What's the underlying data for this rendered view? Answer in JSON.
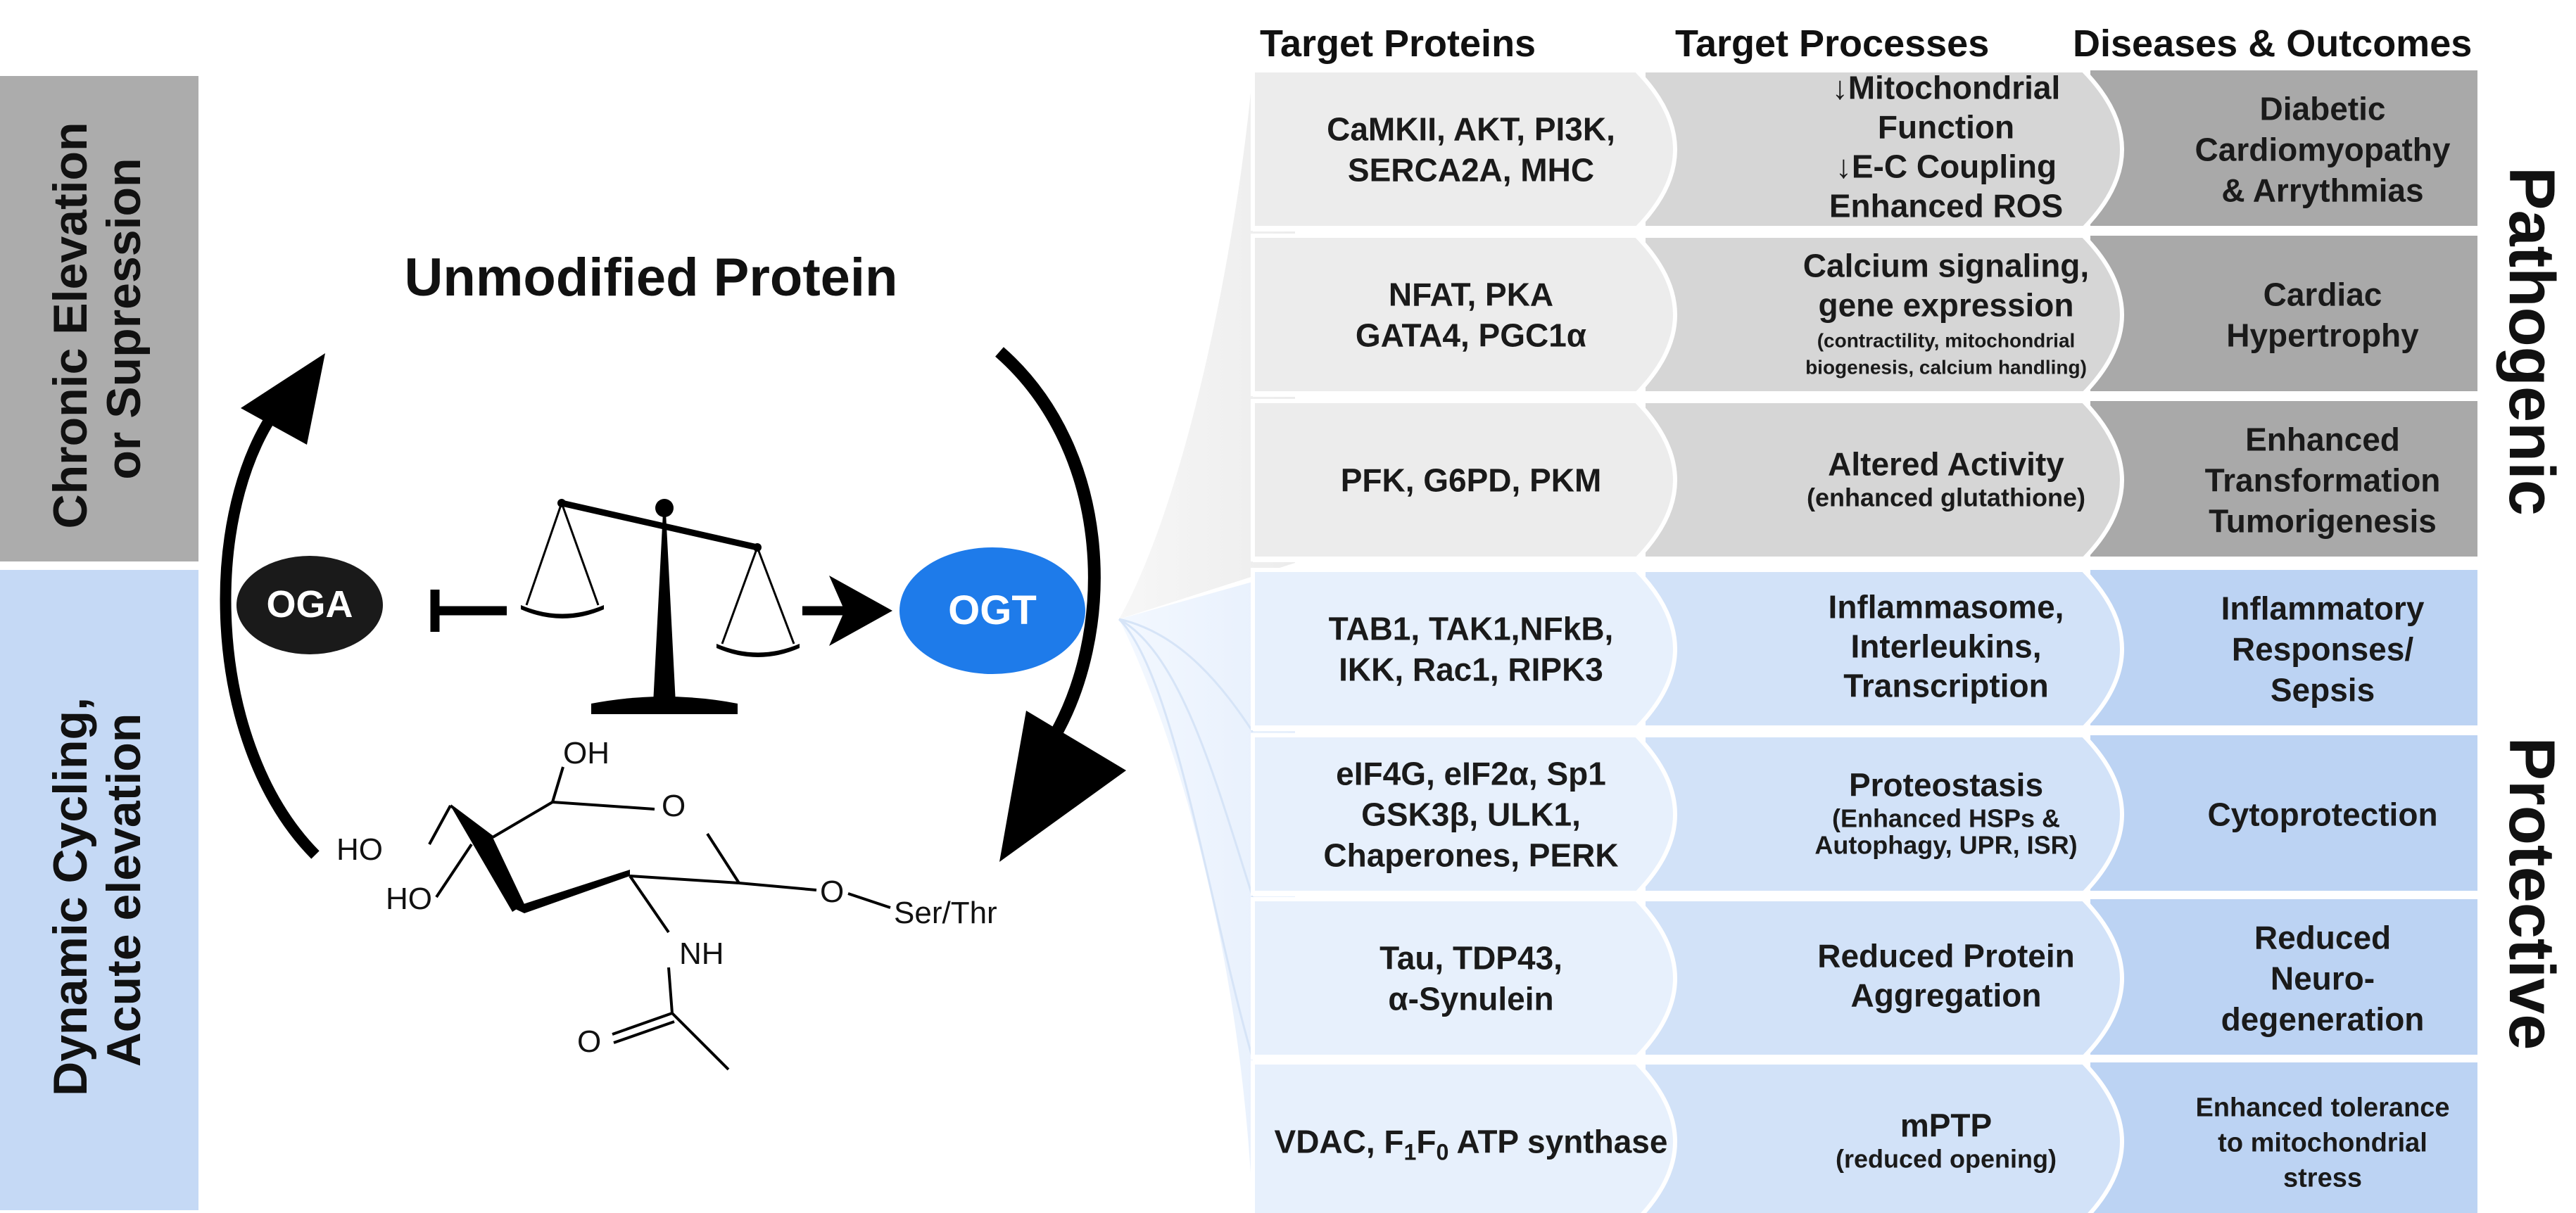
{
  "headers": {
    "proteins": "Target Proteins",
    "processes": "Target Processes",
    "outcomes": "Diseases & Outcomes"
  },
  "left_bands": {
    "top": [
      "Chronic Elevation",
      "or Supression"
    ],
    "bottom": [
      "Dynamic Cycling,",
      "Acute elevation"
    ]
  },
  "side_labels": {
    "top": "Pathogenic",
    "bottom": "Protective"
  },
  "center": {
    "title": "Unmodified Protein",
    "oga": "OGA",
    "ogt": "OGT",
    "chem": {
      "oh_top": "OH",
      "o_ring": "O",
      "ho_left": "HO",
      "ho_lower": "HO",
      "nh": "NH",
      "o_link": "O",
      "o_carbonyl": "O",
      "ser_thr": "Ser/Thr"
    }
  },
  "rows": [
    {
      "group": "pathogenic",
      "proteins": [
        "CaMKII, AKT, PI3K,",
        "SERCA2A, MHC"
      ],
      "processes": [
        "↓Mitochondrial",
        "Function",
        "↓E-C Coupling",
        "Enhanced ROS"
      ],
      "processes_small": [],
      "outcomes": [
        "Diabetic",
        "Cardiomyopathy",
        "& Arrythmias"
      ]
    },
    {
      "group": "pathogenic",
      "proteins": [
        "NFAT, PKA",
        "GATA4, PGC1α"
      ],
      "processes": [
        "Calcium signaling,",
        "gene expression"
      ],
      "processes_small": [
        "(contractility, mitochondrial",
        "biogenesis, calcium handling)"
      ],
      "outcomes": [
        "Cardiac",
        "Hypertrophy"
      ]
    },
    {
      "group": "pathogenic",
      "proteins": [
        "PFK, G6PD, PKM"
      ],
      "processes": [
        "Altered Activity"
      ],
      "processes_small": [
        "(enhanced glutathione)"
      ],
      "outcomes": [
        "Enhanced",
        "Transformation",
        "Tumorigenesis"
      ]
    },
    {
      "group": "protective",
      "proteins": [
        "TAB1, TAK1,NFkB,",
        "IKK, Rac1, RIPK3"
      ],
      "processes": [
        "Inflammasome,",
        "Interleukins,",
        "Transcription"
      ],
      "processes_small": [],
      "outcomes": [
        "Inflammatory",
        "Responses/",
        "Sepsis"
      ]
    },
    {
      "group": "protective",
      "proteins": [
        "eIF4G, eIF2α, Sp1",
        "GSK3β, ULK1,",
        "Chaperones, PERK"
      ],
      "processes": [
        "Proteostasis"
      ],
      "processes_small": [
        "(Enhanced HSPs &",
        "Autophagy, UPR, ISR)"
      ],
      "outcomes": [
        "Cytoprotection"
      ]
    },
    {
      "group": "protective",
      "proteins": [
        "Tau, TDP43,",
        "α-Synulein"
      ],
      "processes": [
        "Reduced Protein",
        "Aggregation"
      ],
      "processes_small": [],
      "outcomes": [
        "Reduced",
        "Neuro-",
        "degeneration"
      ]
    },
    {
      "group": "protective",
      "proteins": [
        "VDAC, F1F0 ATP synthase"
      ],
      "processes": [
        "mPTP"
      ],
      "processes_small": [
        "(reduced opening)"
      ],
      "outcomes_small": [
        "Enhanced tolerance",
        "to mitochondrial",
        "stress"
      ],
      "outcomes": []
    }
  ],
  "colors": {
    "left_top": "#acacac",
    "left_bottom": "#c5d9f5",
    "path_proteins": "#ececec",
    "path_processes": "#d6d6d6",
    "path_outcomes": "#a9a9a9",
    "prot_proteins": "#e7f0fc",
    "prot_processes": "#d2e2f8",
    "prot_outcomes": "#bcd3f3",
    "ogt": "#1e7bea",
    "oga": "#1a1a1a"
  }
}
